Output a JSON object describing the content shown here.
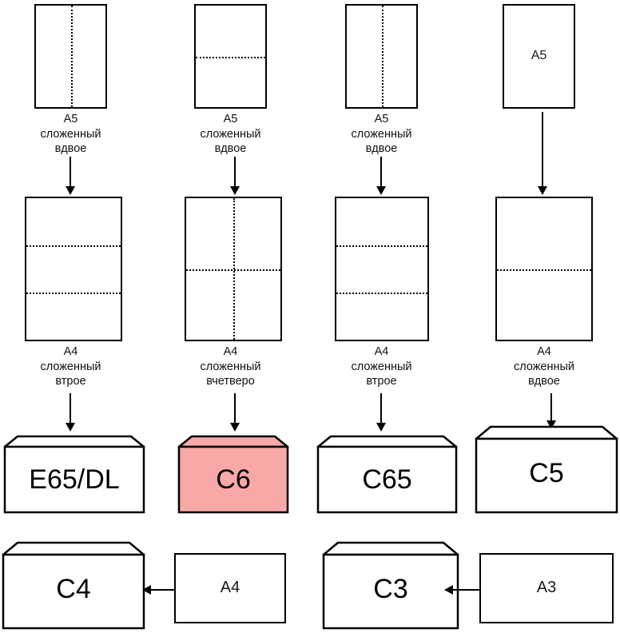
{
  "diagram": {
    "title": "Paper folding to envelope size chart",
    "accent_highlight_color": "#F9A8A8",
    "line_color": "#000000",
    "background_color": "#FFFFFF"
  },
  "columns": [
    {
      "id": "col-1",
      "top_sheet": {
        "label": "A5",
        "label_position": "below",
        "folds": [
          "vertical-center"
        ]
      },
      "top_caption": "A5\nсложенный\nвдвое",
      "mid_sheet": {
        "label": "A4",
        "label_position": "below",
        "folds": [
          "horizontal-third-1",
          "horizontal-third-2"
        ]
      },
      "mid_caption": "A4\nсложенный\nвтрое",
      "envelope": {
        "label": "E65/DL",
        "highlighted": false,
        "size": "small"
      }
    },
    {
      "id": "col-2",
      "top_sheet": {
        "label": "A5",
        "label_position": "below",
        "folds": [
          "horizontal-center"
        ]
      },
      "top_caption": "A5\nсложенный\nвдвое",
      "mid_sheet": {
        "label": "A4",
        "label_position": "below",
        "folds": [
          "horizontal-center",
          "vertical-center"
        ]
      },
      "mid_caption": "A4\nсложенный\nвчетверо",
      "envelope": {
        "label": "C6",
        "highlighted": true,
        "size": "small"
      }
    },
    {
      "id": "col-3",
      "top_sheet": {
        "label": "A5",
        "label_position": "below",
        "folds": [
          "vertical-center"
        ]
      },
      "top_caption": "A5\nсложенный\nвдвое",
      "mid_sheet": {
        "label": "A4",
        "label_position": "below",
        "folds": [
          "horizontal-third-1",
          "horizontal-third-2"
        ]
      },
      "mid_caption": "A4\nсложенный\nвтрое",
      "envelope": {
        "label": "C65",
        "highlighted": false,
        "size": "small"
      }
    },
    {
      "id": "col-4",
      "top_sheet": {
        "label": "A5",
        "label_position": "inside",
        "folds": []
      },
      "top_caption": "",
      "mid_sheet": {
        "label": "A4",
        "label_position": "below",
        "folds": [
          "horizontal-center"
        ]
      },
      "mid_caption": "A4\nсложенный\nвдвое",
      "envelope": {
        "label": "C5",
        "highlighted": false,
        "size": "large"
      }
    }
  ],
  "bottom_row": [
    {
      "id": "pair-c4",
      "envelope_label": "C4",
      "sheet_label": "A4",
      "arrow": "left"
    },
    {
      "id": "pair-c3",
      "envelope_label": "C3",
      "sheet_label": "A3",
      "arrow": "left"
    }
  ]
}
